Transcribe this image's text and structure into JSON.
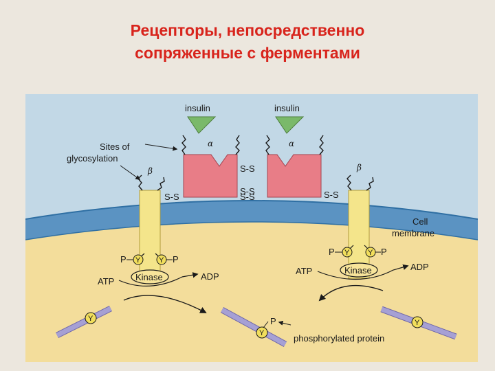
{
  "title": {
    "line1": "Рецепторы, непосредственно",
    "line2": "сопряженные с ферментами"
  },
  "diagram": {
    "insulin_left": "insulin",
    "insulin_right": "insulin",
    "alpha_left": "α",
    "alpha_right": "α",
    "beta_left": "β",
    "beta_right": "β",
    "sites_line1": "Sites of",
    "sites_line2": "glycosylation",
    "ss_1": "S-S",
    "ss_2": "S-S",
    "ss_3": "S-S",
    "ss_4": "S-S",
    "ss_5": "S-S",
    "membrane_line1": "Cell",
    "membrane_line2": "membrane",
    "p_1": "P",
    "p_2": "P",
    "p_3": "P",
    "p_4": "P",
    "p_5": "P",
    "y_1": "Y",
    "y_2": "Y",
    "y_3": "Y",
    "y_4": "Y",
    "y_5": "Y",
    "y_6": "Y",
    "y_7": "Y",
    "kinase_left": "Kinase",
    "kinase_right": "Kinase",
    "atp_left": "ATP",
    "atp_right": "ATP",
    "adp_left": "ADP",
    "adp_right": "ADP",
    "phosphorylated_protein": "phosphorylated protein"
  },
  "colors": {
    "title": "#d8241c",
    "extracellular": "#c2d8e6",
    "membrane": "#5b93c2",
    "membrane_edge": "#2f6fa3",
    "cytoplasm": "#f3dd9b",
    "alpha_subunit": "#e87d87",
    "beta_subunit": "#f4e58b",
    "insulin": "#7ab96a",
    "substrate": "#a6a0d4",
    "tyrosine": "#f1de5c"
  }
}
